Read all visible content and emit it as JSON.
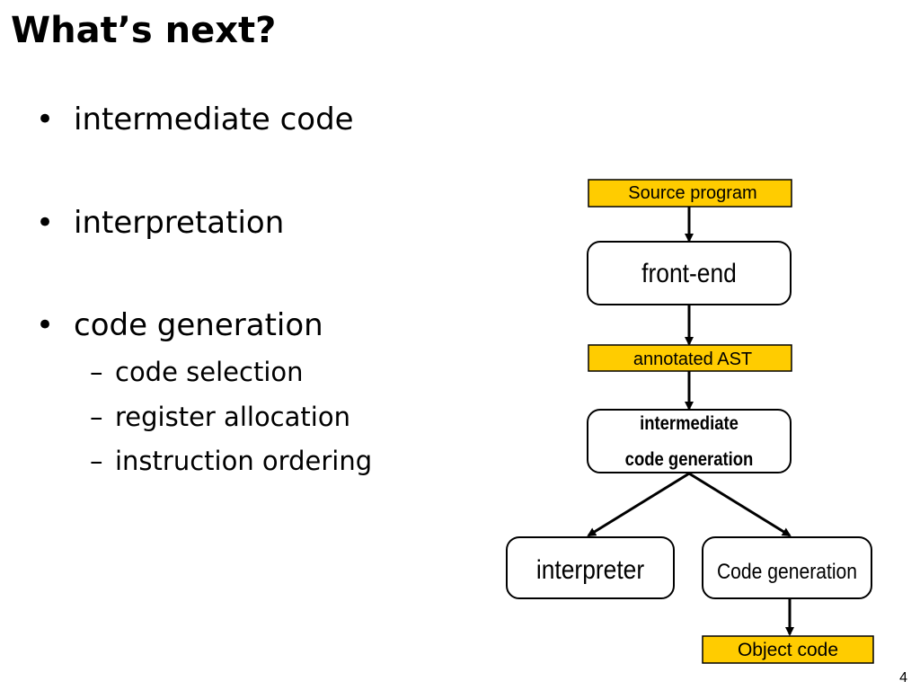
{
  "title": "What’s next?",
  "bullets": [
    {
      "marker": "•",
      "text": "intermediate code"
    },
    {
      "marker": "•",
      "text": "interpretation"
    },
    {
      "marker": "•",
      "text": "code generation"
    }
  ],
  "sub_bullets": [
    {
      "marker": "–",
      "text": "code selection"
    },
    {
      "marker": "–",
      "text": "register allocation"
    },
    {
      "marker": "–",
      "text": "instruction ordering"
    }
  ],
  "diagram": {
    "source_program": "Source program",
    "front_end": "front-end",
    "annotated_ast": "annotated AST",
    "intermediate_line1": "intermediate",
    "intermediate_line2": "code generation",
    "interpreter": "interpreter",
    "code_generation": "Code generation",
    "object_code": "Object code",
    "colors": {
      "data_box_fill": "#FFCC00",
      "stroke": "#000000"
    }
  },
  "page_number": "4"
}
